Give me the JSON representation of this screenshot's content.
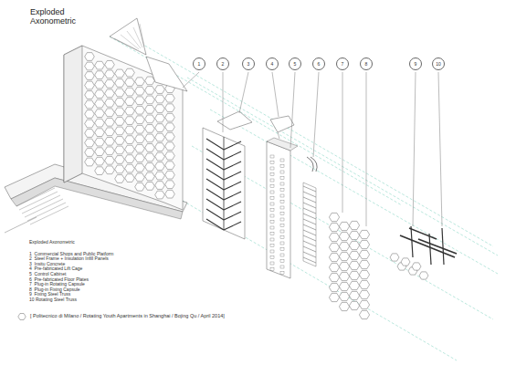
{
  "diagram": {
    "title": "Exploded Axonometric",
    "caption": "[ Politecnico di Milano / Rotating Youth Apartments in Shanghai / Bojing Qu / April 2014]",
    "nodes": [
      {
        "text": [
          "1"
        ]
      },
      {
        "text": [
          "2"
        ]
      },
      {
        "text": [
          "3"
        ]
      },
      {
        "text": [
          "4"
        ]
      },
      {
        "text": [
          "5"
        ]
      },
      {
        "text": [
          "6"
        ]
      },
      {
        "text": [
          "7"
        ]
      },
      {
        "text": [
          "8"
        ]
      },
      {
        "text": [
          "9"
        ]
      },
      {
        "text": [
          "10"
        ]
      }
    ],
    "labels": [
      "Exploded Axonometric",
      "1  Commercial Shops and Public Platform",
      "2  Steel Frame + Insulation Infill Panels",
      "3  Insitu Concrete",
      "4  Pre-fabricated Lift Cage",
      "5  Control Cabinet",
      "6  Pre-fabricated Floor Plates",
      "7  Plug-in Rotating Capsule",
      "8  Plug-in Fixing Capsule",
      "9  Fixing Steel Truss",
      "10 Rotating Steel Truss"
    ]
  }
}
